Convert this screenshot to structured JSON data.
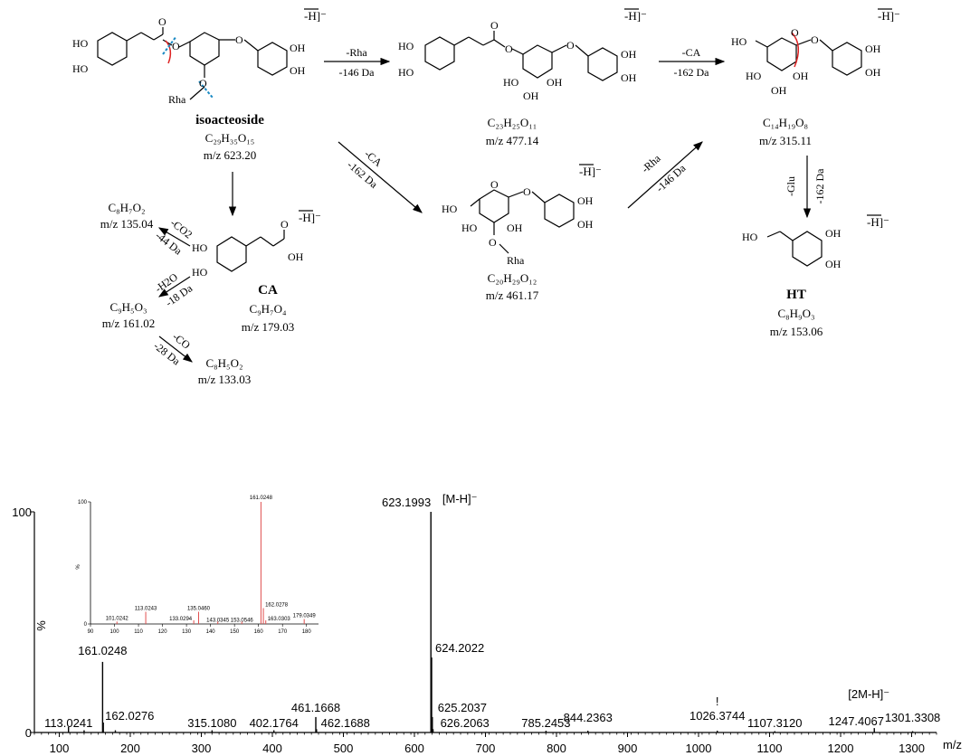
{
  "scheme": {
    "charge_tag": "-H]⁻",
    "compounds": {
      "isoacteoside": {
        "name": "isoacteoside",
        "formula": "C29H35O15",
        "mz": "m/z 623.20"
      },
      "c477": {
        "formula": "C23H25O11",
        "mz": "m/z 477.14"
      },
      "c315": {
        "formula": "C14H19O8",
        "mz": "m/z 315.11"
      },
      "c461": {
        "formula": "C20H29O12",
        "mz": "m/z 461.17"
      },
      "ca": {
        "name": "CA",
        "formula": "C9H7O4",
        "mz": "m/z 179.03"
      },
      "ht": {
        "name": "HT",
        "formula": "C8H9O3",
        "mz": "m/z 153.06"
      },
      "f135": {
        "formula": "C8H7O2",
        "mz": "m/z 135.04"
      },
      "f161": {
        "formula": "C9H5O3",
        "mz": "m/z 161.02"
      },
      "f133": {
        "formula": "C8H5O2",
        "mz": "m/z 133.03"
      }
    },
    "transitions": [
      {
        "from": "isoacteoside",
        "to": "c477",
        "loss": "-Rha",
        "delta": "-146 Da"
      },
      {
        "from": "c477",
        "to": "c315",
        "loss": "-CA",
        "delta": "-162 Da"
      },
      {
        "from": "isoacteoside",
        "to": "c461",
        "loss": "-CA",
        "delta": "-162 Da"
      },
      {
        "from": "c461",
        "to": "c315",
        "loss": "-Rha",
        "delta": "-146 Da"
      },
      {
        "from": "c315",
        "to": "ht",
        "loss": "-Glu",
        "delta": "-162 Da"
      },
      {
        "from": "ca",
        "to": "f135",
        "loss": "-CO2",
        "delta": "-44 Da"
      },
      {
        "from": "ca",
        "to": "f161",
        "loss": "-H2O",
        "delta": "-18 Da"
      },
      {
        "from": "f161",
        "to": "f133",
        "loss": "-CO",
        "delta": "-28 Da"
      }
    ],
    "group_labels": {
      "ho": "HO",
      "oh": "OH",
      "o": "O",
      "rha": "Rha"
    }
  },
  "chart_data": [
    {
      "type": "bar",
      "subtype": "mass-spectrum",
      "xlabel": "m/z",
      "ylabel": "%",
      "xlim": [
        65,
        1335
      ],
      "ylim": [
        0,
        100
      ],
      "x_ticks": [
        100,
        200,
        300,
        400,
        500,
        600,
        700,
        800,
        900,
        1000,
        1100,
        1200,
        1300
      ],
      "y_ticks": [
        0,
        100
      ],
      "grid": false,
      "peaks": [
        {
          "mz": 113.0241,
          "intensity": 2.5,
          "label": "113.0241"
        },
        {
          "mz": 135.0,
          "intensity": 1.0,
          "label": ""
        },
        {
          "mz": 161.0248,
          "intensity": 32.0,
          "label": "161.0248"
        },
        {
          "mz": 162.0276,
          "intensity": 4.5,
          "label": "162.0276"
        },
        {
          "mz": 179.0,
          "intensity": 1.0,
          "label": ""
        },
        {
          "mz": 315.108,
          "intensity": 1.0,
          "label": "315.1080"
        },
        {
          "mz": 402.1764,
          "intensity": 1.0,
          "label": "402.1764"
        },
        {
          "mz": 461.1668,
          "intensity": 7.0,
          "label": "461.1668"
        },
        {
          "mz": 462.1688,
          "intensity": 1.5,
          "label": "462.1688"
        },
        {
          "mz": 623.1993,
          "intensity": 100.0,
          "label": "623.1993"
        },
        {
          "mz": 624.2022,
          "intensity": 34.0,
          "label": "624.2022"
        },
        {
          "mz": 625.2037,
          "intensity": 7.0,
          "label": "625.2037"
        },
        {
          "mz": 626.2063,
          "intensity": 1.5,
          "label": "626.2063"
        },
        {
          "mz": 785.2453,
          "intensity": 0.8,
          "label": "785.2453"
        },
        {
          "mz": 844.2363,
          "intensity": 0.8,
          "label": "844.2363"
        },
        {
          "mz": 1026.3744,
          "intensity": 0.8,
          "label": "1026.3744"
        },
        {
          "mz": 1107.312,
          "intensity": 0.6,
          "label": "1107.3120"
        },
        {
          "mz": 1247.4067,
          "intensity": 2.0,
          "label": "1247.4067"
        },
        {
          "mz": 1301.3308,
          "intensity": 0.6,
          "label": "1301.3308"
        }
      ],
      "annotations": [
        {
          "text": "[M-H]⁻",
          "near_mz": 623.1993
        },
        {
          "text": "[2M-H]⁻",
          "near_mz": 1247.4067
        },
        {
          "text": "!",
          "near_mz": 1026.3744
        }
      ]
    },
    {
      "type": "bar",
      "subtype": "mass-spectrum-inset",
      "ylabel": "%",
      "xlim": [
        90,
        185
      ],
      "ylim": [
        0,
        100
      ],
      "x_ticks": [
        90,
        100,
        110,
        120,
        130,
        140,
        150,
        160,
        170,
        180
      ],
      "y_ticks": [
        0,
        100
      ],
      "peaks": [
        {
          "mz": 101.0242,
          "intensity": 2,
          "label": "101.0242",
          "color": "#e05050"
        },
        {
          "mz": 113.0243,
          "intensity": 10,
          "label": "113.0243",
          "color": "#e05050"
        },
        {
          "mz": 133.0294,
          "intensity": 3,
          "label": "133.0294",
          "color": "#e05050"
        },
        {
          "mz": 135.046,
          "intensity": 10,
          "label": "135.0460",
          "color": "#e05050"
        },
        {
          "mz": 143.0345,
          "intensity": 2,
          "label": "143.0345",
          "color": "#e05050"
        },
        {
          "mz": 153.0546,
          "intensity": 2,
          "label": "153.0546",
          "color": "#e05050"
        },
        {
          "mz": 161.0248,
          "intensity": 100,
          "label": "161.0248",
          "color": "#e05050"
        },
        {
          "mz": 162.0278,
          "intensity": 13,
          "label": "162.0278",
          "color": "#e05050"
        },
        {
          "mz": 163.0303,
          "intensity": 3,
          "label": "163.0303",
          "color": "#e05050"
        },
        {
          "mz": 179.0349,
          "intensity": 4,
          "label": "179.0349",
          "color": "#e05050"
        }
      ]
    }
  ]
}
